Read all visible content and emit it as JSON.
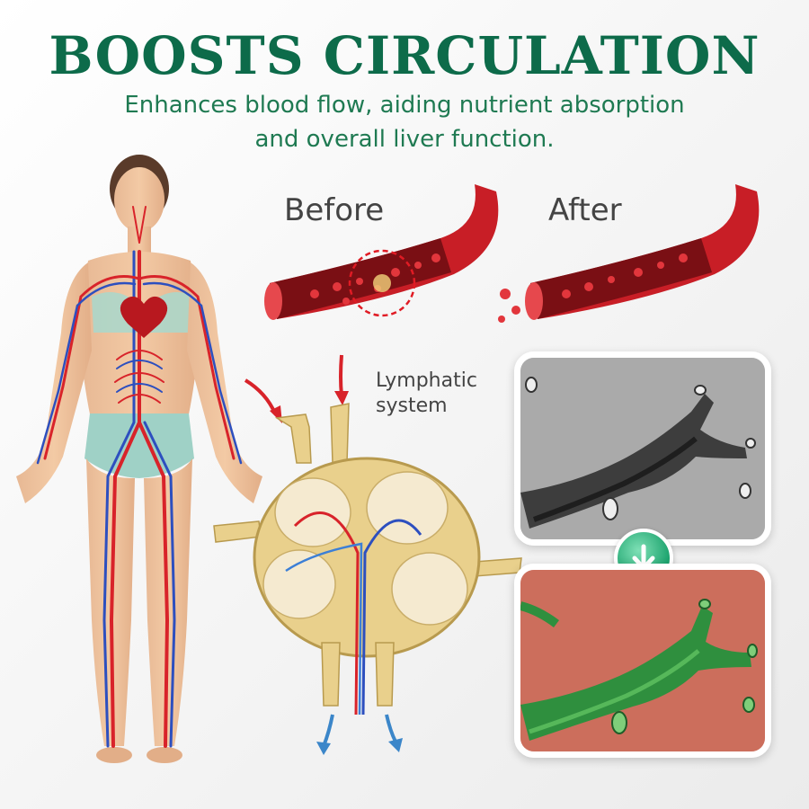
{
  "header": {
    "title": "BOOSTS CIRCULATION",
    "subtitle_line1": "Enhances blood flow, aiding nutrient absorption",
    "subtitle_line2": "and overall liver function."
  },
  "labels": {
    "before": "Before",
    "after": "After",
    "lymphatic_line1": "Lymphatic",
    "lymphatic_line2": "system"
  },
  "colors": {
    "title": "#0d6b4a",
    "subtitle": "#1f7a52",
    "artery": "#d8232a",
    "vein": "#2d4fbf",
    "vessel_after": "#2f8f3e",
    "lymph_node": "#e9d08c"
  },
  "icons": {
    "transition": "arrow-down-icon"
  }
}
